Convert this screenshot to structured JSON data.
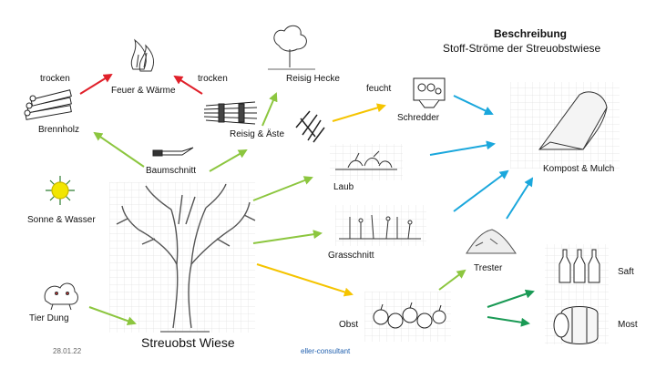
{
  "header": {
    "title": "Beschreibung",
    "subtitle": "Stoff-Ströme der Streuobstwiese"
  },
  "nodes": {
    "feuer": "Feuer & Wärme",
    "brennholz": "Brennholz",
    "reisig_hecke": "Reisig Hecke",
    "reisig_aeste": "Reisig & Äste",
    "schredder": "Schredder",
    "kompost": "Kompost & Mulch",
    "baumschnitt": "Baumschnitt",
    "laub": "Laub",
    "sonne": "Sonne & Wasser",
    "grasschnitt": "Grasschnitt",
    "trester": "Trester",
    "saft": "Saft",
    "tier_dung": "Tier Dung",
    "obst": "Obst",
    "most": "Most",
    "streuobst": "Streuobst Wiese"
  },
  "edge_labels": {
    "trocken_left": "trocken",
    "trocken_right": "trocken",
    "feucht": "feucht"
  },
  "footer": {
    "date": "28.01.22",
    "brand": "eller-consultant"
  },
  "colors": {
    "red": "#e0202a",
    "green": "#8cc63f",
    "yellow": "#f5c400",
    "blue": "#1aa7dc",
    "dark_green": "#1a9a55",
    "sun": "#f2e600"
  }
}
